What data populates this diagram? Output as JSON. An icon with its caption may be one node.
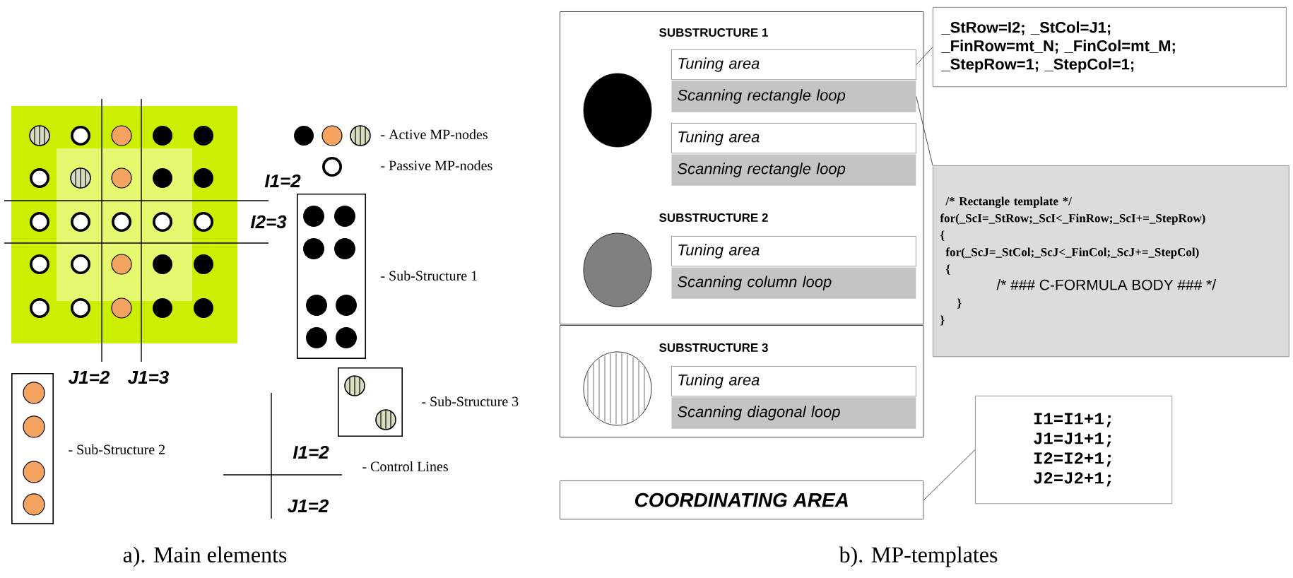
{
  "diagram": {
    "nodes": [
      {
        "text": [],
        "shape": "box",
        "beside": [
          "- Sub-Structure 1"
        ]
      },
      {
        "text": [],
        "shape": "box",
        "beside": [
          "- Sub-Structure 3"
        ]
      },
      {
        "text": [],
        "shape": "box",
        "beside": [
          "- Sub-Structure 2"
        ]
      },
      {
        "text": [],
        "shape": "box"
      },
      {
        "text": [
          "Tuning area"
        ],
        "in": 3
      },
      {
        "text": [
          "Scanning rectangle loop"
        ],
        "in": 3
      },
      {
        "text": [
          "Tuning area"
        ],
        "in": 3
      },
      {
        "text": [
          "Scanning rectangle loop"
        ],
        "in": 3
      },
      {
        "text": [
          "Tuning area"
        ],
        "in": 3
      },
      {
        "text": [
          "Scanning column loop"
        ],
        "in": 3
      },
      {
        "text": [],
        "shape": "box"
      },
      {
        "text": [
          "Tuning area"
        ],
        "in": 10
      },
      {
        "text": [
          "Scanning diagonal loop"
        ],
        "in": 10
      },
      {
        "text": [
          "COORDINATING AREA"
        ]
      },
      {
        "text": [
          "_StRow=I2; _StCol=J1;",
          "_FinRow=mt_N; _FinCol=mt_M;",
          "_StepRow=1; _StepCol=1;"
        ]
      },
      {
        "text": [
          "/* Rectangle template */",
          "for(_ScI=_StRow;_ScI<_FinRow;_ScI+=_StepRow)",
          "{",
          "for(_ScJ=_StCol;_ScJ<_FinCol;_ScJ+=_StepCol)",
          "{",
          "/* ### C-FORMULA BODY ### */",
          "}",
          "}"
        ]
      },
      {
        "text": [
          "I1=I1+1;",
          "J1=J1+1;",
          "I2=I2+1;",
          "J2=J2+1;"
        ]
      }
    ],
    "edges": [
      {
        "from": 14,
        "to": 4,
        "arrow": "none"
      },
      {
        "from": 15,
        "to": 5,
        "arrow": "none"
      },
      {
        "from": 16,
        "to": 13,
        "arrow": "none"
      }
    ],
    "labels": [
      "I1=2",
      "I2=3",
      "J1=2",
      "J1=3",
      "I1=2",
      "J1=2",
      "SUBSTRUCTURE 1",
      "SUBSTRUCTURE 2",
      "SUBSTRUCTURE 3",
      "a). Main elements",
      "b). MP-templates"
    ],
    "legend": [
      {
        "text": "- Active MP-nodes"
      },
      {
        "text": "- Passive MP-nodes"
      },
      {
        "text": "- Control Lines"
      }
    ]
  }
}
